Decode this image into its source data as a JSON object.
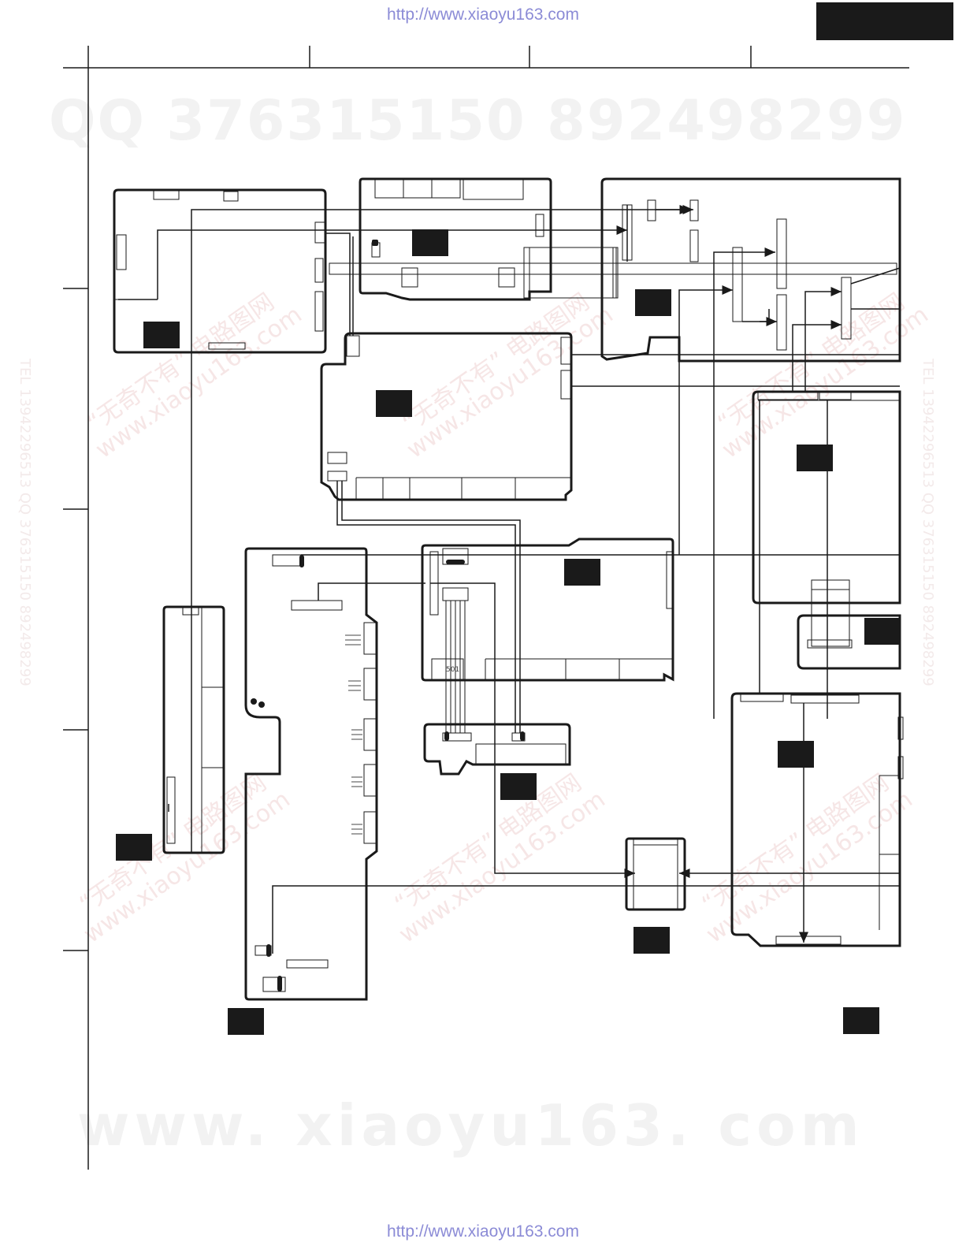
{
  "header": {
    "url_top": "http://www.xiaoyu163.com"
  },
  "footer": {
    "url_bottom": "http://www.xiaoyu163.com"
  },
  "watermarks": {
    "qq_line": "QQ 376315150    892498299",
    "site_line": "www. xiaoyu163. com",
    "diag_cn": "“无奇不有” 电路图网",
    "diag_site": "www.xiaoyu163.com",
    "mid_numbers_1": "376315150",
    "mid_numbers_2": "892498299",
    "side_text": "TEL 13942296513  QQ 376315150  892498299"
  },
  "labels": {
    "connector_501": "501"
  },
  "colors": {
    "line": "#1a1a1a",
    "url": "#8b8bd6",
    "watermark": "#f2f2f2",
    "tag_fill": "#1a1a1a"
  }
}
